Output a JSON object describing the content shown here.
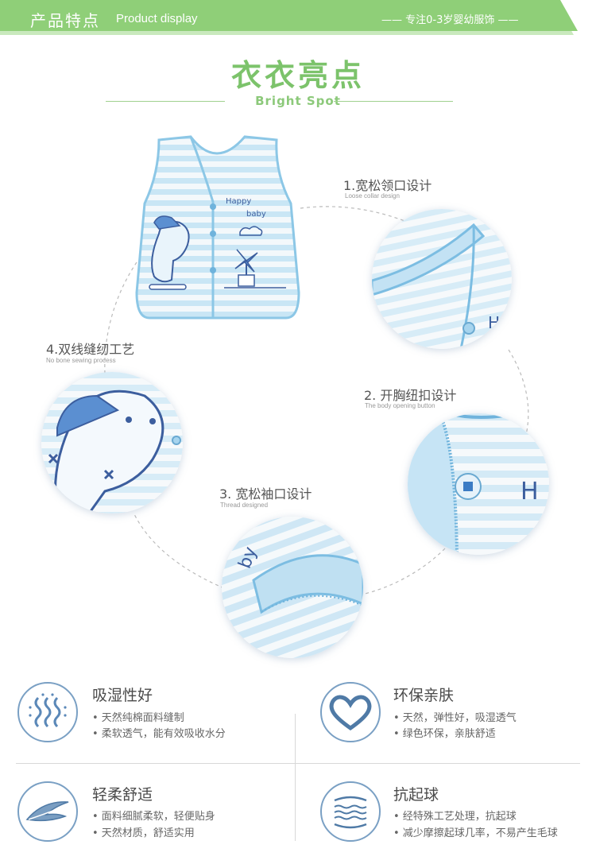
{
  "header": {
    "title_cn": "产品特点",
    "title_en": "Product display",
    "tagline": "—— 专注0-3岁婴幼服饰 ——",
    "color": "#8fcf78"
  },
  "section": {
    "title": "衣衣亮点",
    "subtitle": "Bright Spot"
  },
  "vest": {
    "text_line1": "Happy",
    "text_line2": "baby"
  },
  "highlights": [
    {
      "title": "1.宽松领口设计",
      "subtitle": "Loose collar design"
    },
    {
      "title": "2. 开胸纽扣设计",
      "subtitle": "The body opening button"
    },
    {
      "title": "3. 宽松袖口设计",
      "subtitle": "Thread designed"
    },
    {
      "title": "4.双线缝纫工艺",
      "subtitle": "No bone sewing process"
    }
  ],
  "features": [
    {
      "icon": "moisture-wicking-icon",
      "title": "吸湿性好",
      "items": [
        "• 天然纯棉面料缝制",
        "• 柔软透气，能有效吸收水分"
      ]
    },
    {
      "icon": "heart-icon",
      "title": "环保亲肤",
      "items": [
        "• 天然，弹性好，吸湿透气",
        "• 绿色环保，亲肤舒适"
      ]
    },
    {
      "icon": "feather-icon",
      "title": "轻柔舒适",
      "items": [
        "• 面料细腻柔软，轻便贴身",
        "• 天然材质，舒适实用"
      ]
    },
    {
      "icon": "fabric-layers-icon",
      "title": "抗起球",
      "items": [
        "• 经特殊工艺处理，抗起球",
        "• 减少摩擦起球几率，不易产生毛球"
      ]
    }
  ],
  "colors": {
    "accent_green": "#7cc36b",
    "icon_blue": "#7aa0c4",
    "fabric_blue": "#bfe0f2"
  }
}
